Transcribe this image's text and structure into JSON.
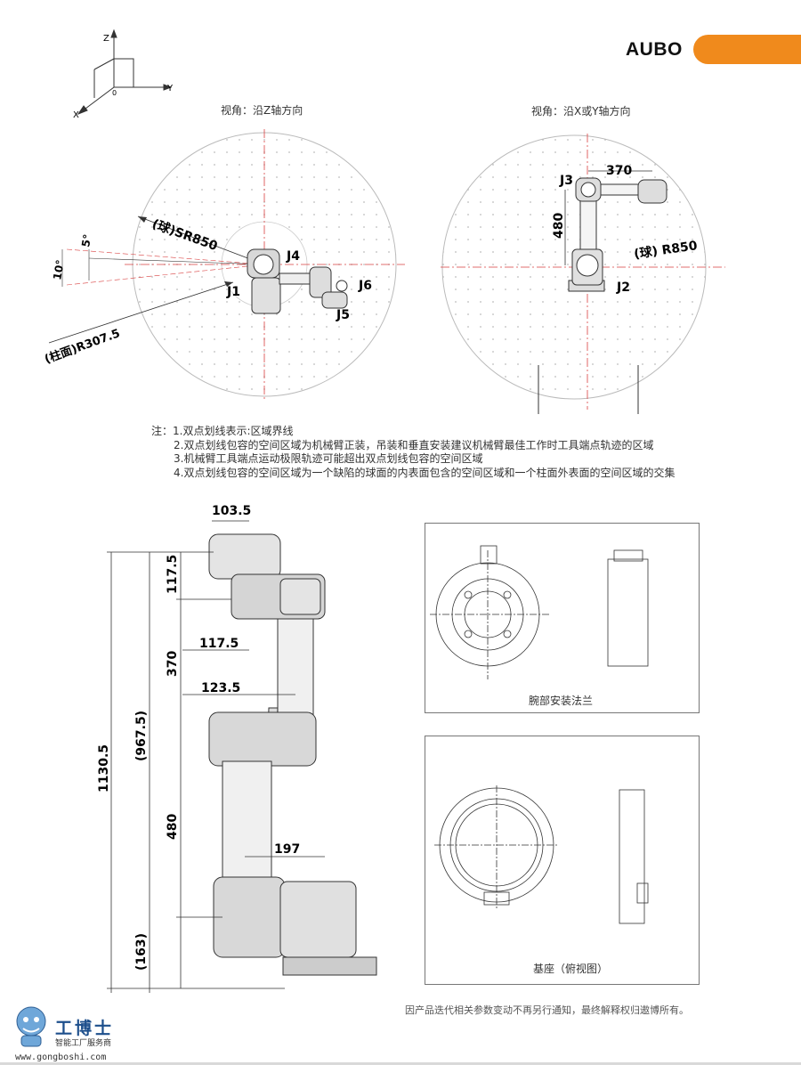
{
  "brand": {
    "name": "AUBO",
    "accent": "#f08a1c"
  },
  "axes": {
    "z": "Z",
    "y": "Y",
    "x": "X",
    "origin": "0"
  },
  "views": {
    "top": {
      "caption": "视角：沿Z轴方向",
      "labels": {
        "sphere": "(球)SR850",
        "cylinder": "(柱面)R307.5",
        "angle5": "5°",
        "angle10": "10°",
        "j1": "J1",
        "j4": "J4",
        "j5": "J5",
        "j6": "J6"
      }
    },
    "side": {
      "caption": "视角：沿X或Y轴方向",
      "labels": {
        "dim370": "370",
        "dim480": "480",
        "sphere": "(球) R850",
        "j2": "J2",
        "j3": "J3"
      }
    }
  },
  "notes": [
    "注：1.双点划线表示:区域界线",
    "2.双点划线包容的空间区域为机械臂正装，吊装和垂直安装建议机械臂最佳工作时工具端点轨迹的区域",
    "3.机械臂工具端点运动极限轨迹可能超出双点划线包容的空间区域",
    "4.双点划线包容的空间区域为一个缺陷的球面的内表面包含的空间区域和一个柱面外表面的空间区域的交集"
  ],
  "dimensions": {
    "d103_5": "103.5",
    "d117_5v": "117.5",
    "d117_5h": "117.5",
    "d370": "370",
    "d123_5": "123.5",
    "d1130_5": "1130.5",
    "d967_5": "(967.5)",
    "d480": "480",
    "d197": "197",
    "d163": "(163)"
  },
  "panels": {
    "wrist": {
      "caption": "腕部安装法兰"
    },
    "base": {
      "caption": "基座（俯视图）"
    }
  },
  "footnote": "因产品迭代相关参数变动不再另行通知，最终解释权归遨博所有。",
  "watermark": {
    "name": "工博士",
    "subtitle": "智能工厂服务商",
    "url": "www.gongboshi.com"
  }
}
